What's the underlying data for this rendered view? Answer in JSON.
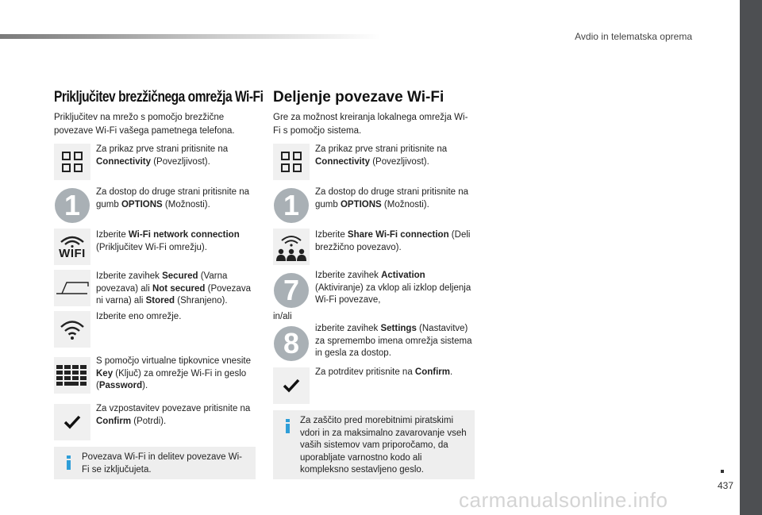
{
  "header": {
    "section_title": "Avdio in telematska oprema",
    "page_number": "437"
  },
  "watermark": "carmanualsonline.info",
  "left": {
    "title": "Priključitev brezžičnega omrežja Wi-Fi",
    "intro": "Priključitev na mrežo s pomočjo brezžične povezave Wi-Fi vašega pametnega telefona.",
    "steps": [
      {
        "icon": "grid-icon",
        "pre": "Za prikaz prve strani pritisnite na ",
        "bold": "Connectivity",
        "post": " (Povezljivost)."
      },
      {
        "icon": "step-number",
        "num": "1",
        "pre": "Za dostop do druge strani pritisnite na gumb ",
        "bold": "OPTIONS",
        "post": " (Možnosti)."
      },
      {
        "icon": "wifi-text-icon",
        "icon_text": "WIFI",
        "pre": "Izberite ",
        "bold": "Wi-Fi network connection",
        "post": " (Priključitev Wi-Fi omrežju)."
      },
      {
        "icon": "lock-field-icon",
        "pre": "Izberite zavihek ",
        "bold": "Secured",
        "mid": " (Varna povezava) ali ",
        "bold2": "Not secured",
        "mid2": " (Povezava ni varna) ali ",
        "bold3": "Stored",
        "post": " (Shranjeno)."
      },
      {
        "icon": "wifi-icon",
        "pre": "Izberite eno omrežje.",
        "bold": "",
        "post": ""
      },
      {
        "icon": "keyboard-icon",
        "pre": "S pomočjo virtualne tipkovnice vnesite ",
        "bold": "Key",
        "mid": " (Ključ) za omrežje Wi-Fi in geslo (",
        "bold2": "Password",
        "post": ")."
      },
      {
        "icon": "check-icon",
        "pre": "Za vzpostavitev povezave pritisnite na ",
        "bold": "Confirm",
        "post": " (Potrdi)."
      }
    ],
    "info": "Povezava Wi-Fi in delitev povezave Wi-Fi se izključujeta."
  },
  "right": {
    "title": "Deljenje povezave Wi-Fi",
    "intro": "Gre za možnost kreiranja lokalnega omrežja Wi-Fi s pomočjo sistema.",
    "steps": [
      {
        "icon": "grid-icon",
        "pre": "Za prikaz prve strani pritisnite na ",
        "bold": "Connectivity",
        "post": " (Povezljivost)."
      },
      {
        "icon": "step-number",
        "num": "1",
        "pre": "Za dostop do druge strani pritisnite na gumb ",
        "bold": "OPTIONS",
        "post": " (Možnosti)."
      },
      {
        "icon": "share-wifi-icon",
        "pre": "Izberite ",
        "bold": "Share Wi-Fi connection",
        "post": " (Deli brezžično povezavo)."
      },
      {
        "icon": "step-number",
        "num": "7",
        "pre": "Izberite zavihek ",
        "bold": "Activation",
        "post": " (Aktiviranje) za vklop ali izklop deljenja Wi-Fi povezave,"
      },
      {
        "icon": "step-number",
        "num": "8",
        "pre": "izberite zavihek ",
        "bold": "Settings",
        "post": " (Nastavitve) za spremembo imena omrežja sistema in gesla za dostop."
      },
      {
        "icon": "check-icon",
        "pre": "Za potrditev pritisnite na ",
        "bold": "Confirm",
        "post": "."
      }
    ],
    "or_label": "in/ali",
    "info": "Za zaščito pred morebitnimi piratskimi vdori in za maksimalno zavarovanje vseh vaših sistemov vam priporočamo, da uporabljate varnostno kodo ali kompleksno sestavljeno geslo."
  },
  "colors": {
    "info_accent": "#2e9ed8",
    "step_circle": "#a9b0b5",
    "side_strip": "#4d4f52"
  }
}
